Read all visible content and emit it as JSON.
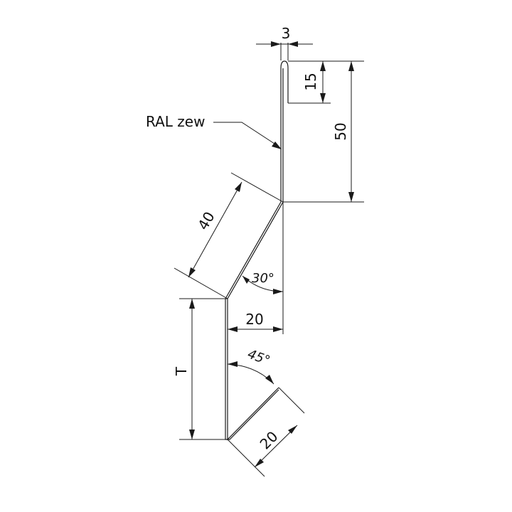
{
  "drawing": {
    "finish_label": "RAL zew",
    "dimensions": {
      "hem_gap": "3",
      "hem_length": "15",
      "top_height": "50",
      "slope_length": "40",
      "slope_angle": "30°",
      "offset_width": "20",
      "bottom_angle": "45°",
      "bottom_height": "T",
      "lip_length": "20"
    }
  }
}
